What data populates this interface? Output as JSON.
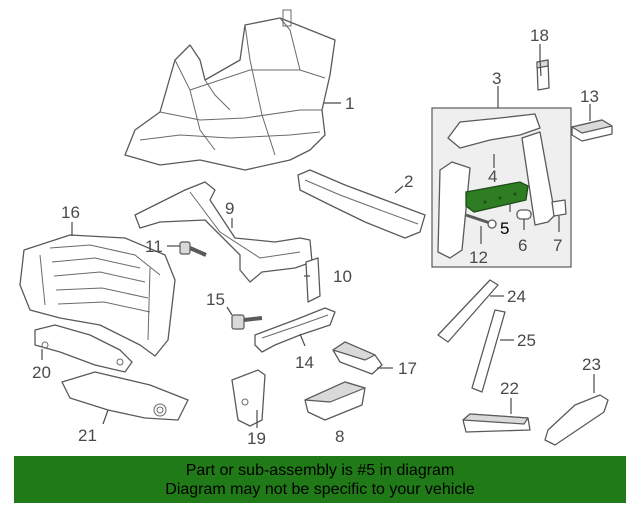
{
  "diagram": {
    "callouts": [
      {
        "id": "1",
        "label": "1"
      },
      {
        "id": "2",
        "label": "2"
      },
      {
        "id": "3",
        "label": "3"
      },
      {
        "id": "4",
        "label": "4"
      },
      {
        "id": "5",
        "label": "5"
      },
      {
        "id": "6",
        "label": "6"
      },
      {
        "id": "7",
        "label": "7"
      },
      {
        "id": "8",
        "label": "8"
      },
      {
        "id": "9",
        "label": "9"
      },
      {
        "id": "10",
        "label": "10"
      },
      {
        "id": "11",
        "label": "11"
      },
      {
        "id": "12",
        "label": "12"
      },
      {
        "id": "13",
        "label": "13"
      },
      {
        "id": "14",
        "label": "14"
      },
      {
        "id": "15",
        "label": "15"
      },
      {
        "id": "16",
        "label": "16"
      },
      {
        "id": "17",
        "label": "17"
      },
      {
        "id": "18",
        "label": "18"
      },
      {
        "id": "19",
        "label": "19"
      },
      {
        "id": "20",
        "label": "20"
      },
      {
        "id": "21",
        "label": "21"
      },
      {
        "id": "22",
        "label": "22"
      },
      {
        "id": "23",
        "label": "23"
      },
      {
        "id": "24",
        "label": "24"
      },
      {
        "id": "25",
        "label": "25"
      }
    ],
    "highlighted_part": "5",
    "highlight_color": "#2e7d23",
    "banner_color": "#207a17"
  },
  "banner": {
    "line1": "Part or sub-assembly is #5 in diagram",
    "line2": "Diagram may not be specific to your vehicle"
  }
}
